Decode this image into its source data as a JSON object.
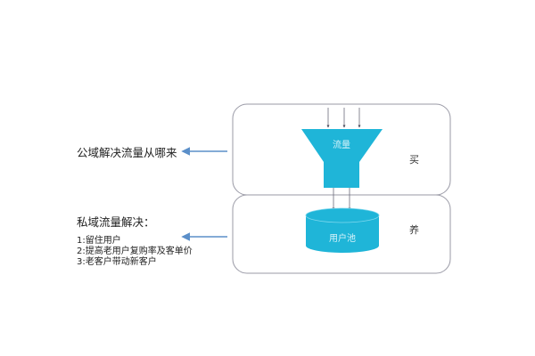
{
  "left": {
    "public_domain_title": "公域解决流量从哪来",
    "private_domain_title": "私域流量解决：",
    "private_domain_items": [
      "1:留住用户",
      "2:提高老用户复购率及客单价",
      "3:老客户带动新客户"
    ]
  },
  "diagram": {
    "funnel_label": "流量",
    "pool_label": "用户池",
    "top_section_label": "买",
    "bottom_section_label": "养",
    "colors": {
      "shape_fill": "#1fb5d8",
      "box_border": "#9a9aa6",
      "arrow_blue": "#5b8fc9",
      "connector": "#6b6b7a",
      "shape_text": "#d9f3fa"
    }
  }
}
